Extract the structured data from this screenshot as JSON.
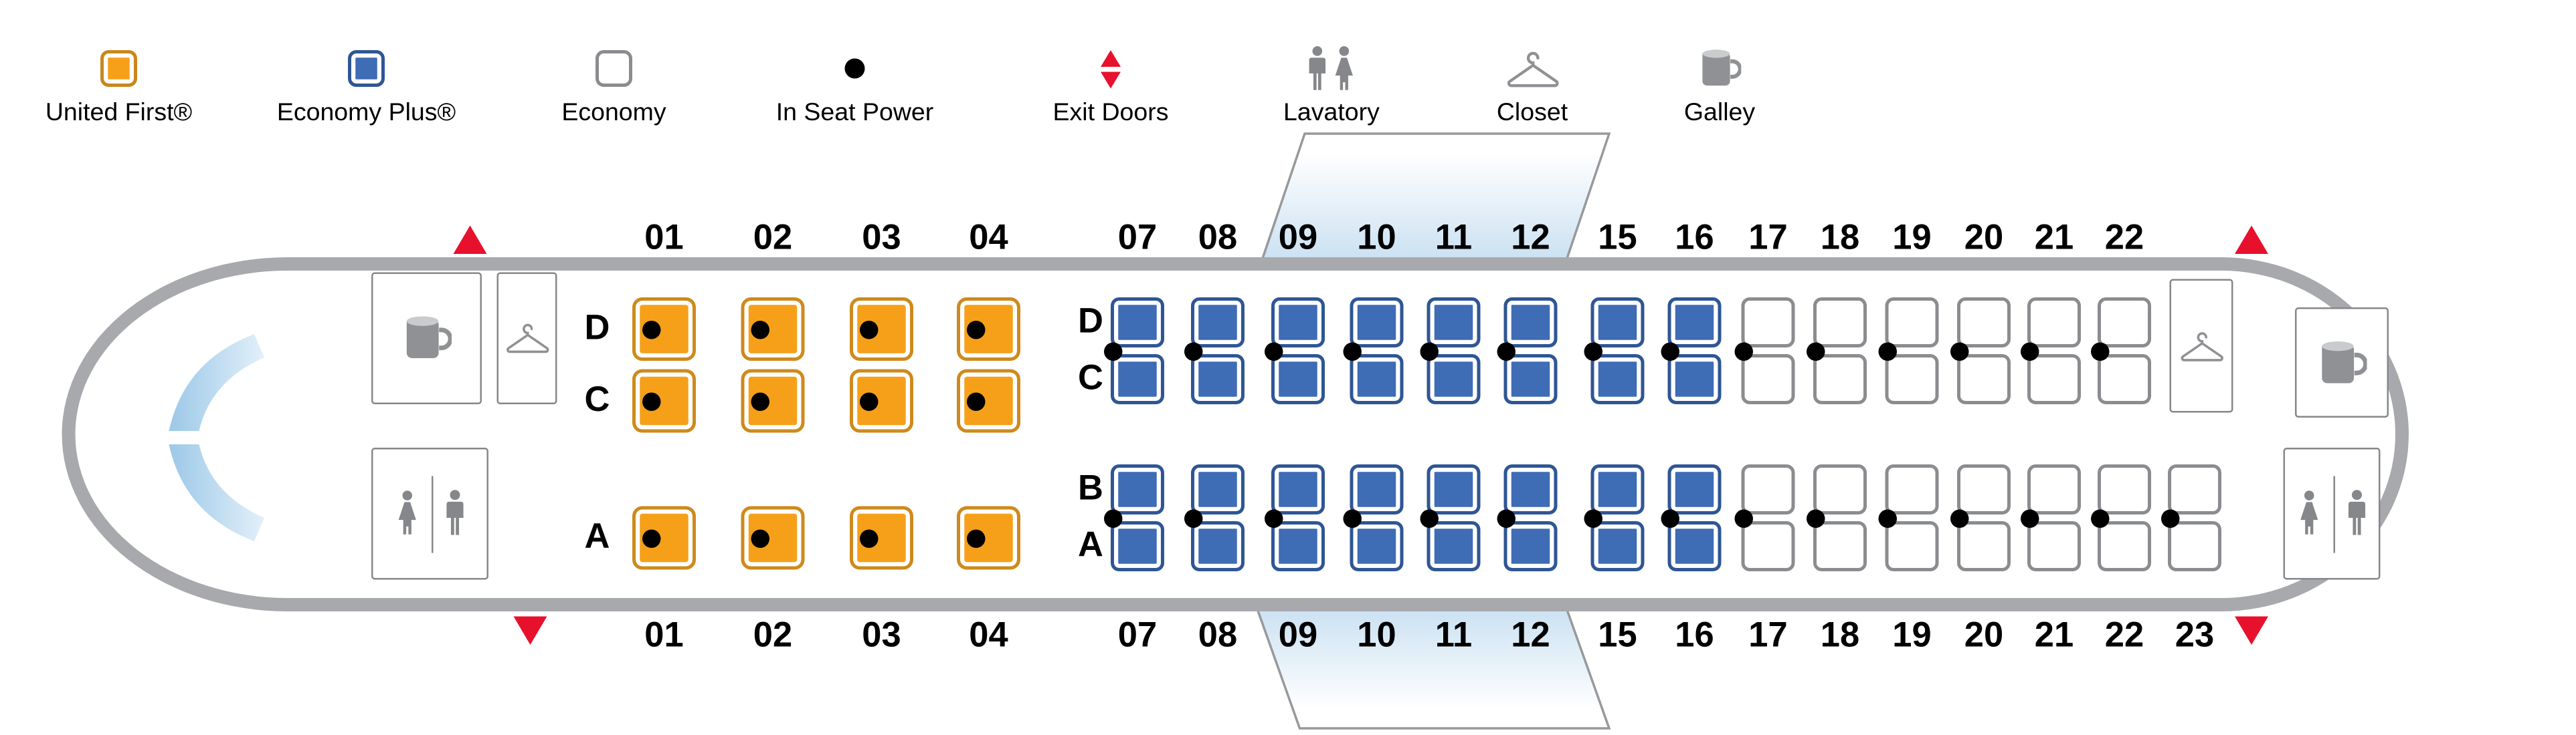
{
  "colors": {
    "united_first_orange": "#F6A01A",
    "economy_plus_blue": "#3E6CB5",
    "economy_white": "#FFFFFF",
    "exit_red": "#E8112D",
    "fuselage_gray": "#A7A9AC",
    "icon_gray": "#85878A"
  },
  "legend": {
    "items": [
      {
        "id": "united-first",
        "label": "United First®"
      },
      {
        "id": "economy-plus",
        "label": "Economy Plus®"
      },
      {
        "id": "economy",
        "label": "Economy"
      },
      {
        "id": "in-seat-power",
        "label": "In Seat Power"
      },
      {
        "id": "exit-doors",
        "label": "Exit Doors"
      },
      {
        "id": "lavatory",
        "label": "Lavatory"
      },
      {
        "id": "closet",
        "label": "Closet"
      },
      {
        "id": "galley",
        "label": "Galley"
      }
    ]
  },
  "seatmap": {
    "row_numbers_top": [
      "01",
      "02",
      "03",
      "04",
      "07",
      "08",
      "09",
      "10",
      "11",
      "12",
      "15",
      "16",
      "17",
      "18",
      "19",
      "20",
      "21",
      "22"
    ],
    "row_numbers_bottom": [
      "01",
      "02",
      "03",
      "04",
      "07",
      "08",
      "09",
      "10",
      "11",
      "12",
      "15",
      "16",
      "17",
      "18",
      "19",
      "20",
      "21",
      "22",
      "23"
    ],
    "first_class": {
      "seat_type": "united-first",
      "rows": [
        "01",
        "02",
        "03",
        "04"
      ],
      "letters": [
        "D",
        "C",
        "A"
      ],
      "in_seat_power": true
    },
    "economy": {
      "letters": [
        "D",
        "C",
        "B",
        "A"
      ],
      "rows_dc_side": [
        "07",
        "08",
        "09",
        "10",
        "11",
        "12",
        "15",
        "16",
        "17",
        "18",
        "19",
        "20",
        "21",
        "22"
      ],
      "rows_ba_side": [
        "07",
        "08",
        "09",
        "10",
        "11",
        "12",
        "15",
        "16",
        "17",
        "18",
        "19",
        "20",
        "21",
        "22",
        "23"
      ],
      "economy_plus_rows": [
        "07",
        "08",
        "09",
        "10",
        "11",
        "12",
        "15",
        "16"
      ],
      "in_seat_power": true
    },
    "monuments": [
      "front-galley",
      "front-closet",
      "front-lavatory",
      "rear-closet",
      "rear-galley",
      "rear-lavatory"
    ],
    "exit_doors": [
      "front-top",
      "front-bottom",
      "overwing-top",
      "overwing-bottom",
      "rear-top",
      "rear-bottom"
    ]
  }
}
